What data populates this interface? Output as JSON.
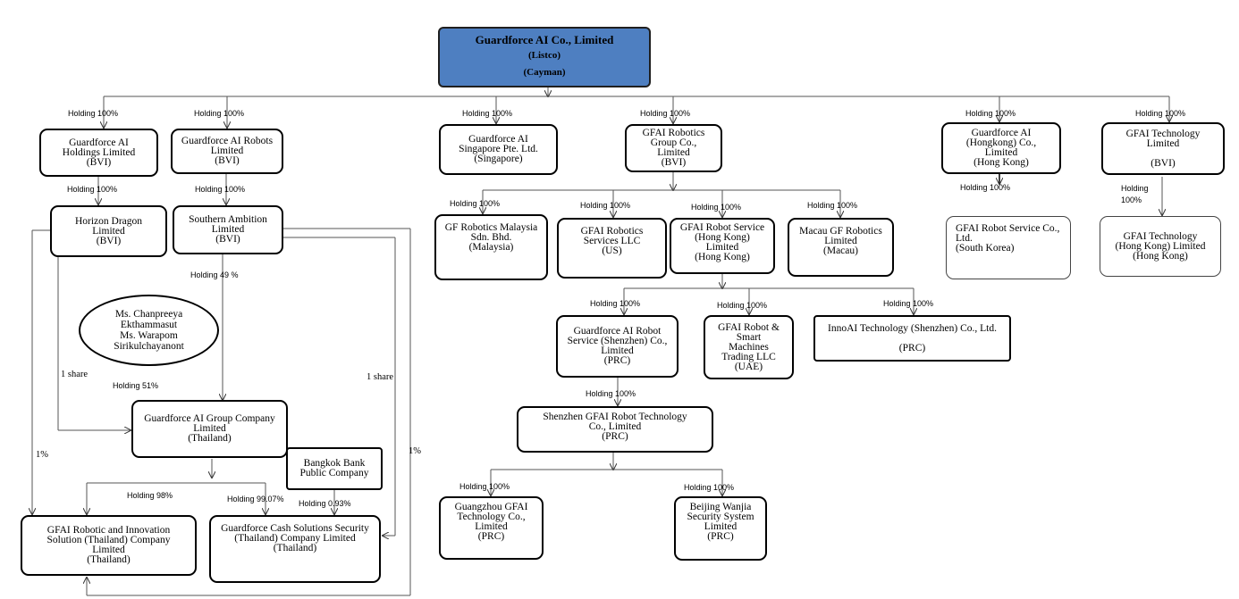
{
  "listco": {
    "name": "Guardforce AI Co., Limited",
    "type": "(Listco)",
    "jurisdiction": "(Cayman)"
  },
  "entities": {
    "holdings": [
      "Guardforce AI",
      "Holdings Limited",
      "(BVI)"
    ],
    "robots": [
      "Guardforce AI Robots",
      "Limited",
      "(BVI)"
    ],
    "singapore": [
      "Guardforce AI",
      "Singapore Pte. Ltd.",
      "(Singapore)"
    ],
    "robotics_group": [
      "GFAI Robotics",
      "Group Co.,",
      "Limited",
      "(BVI)"
    ],
    "hongkong": [
      "Guardforce AI",
      "(Hongkong) Co.,",
      "Limited",
      "(Hong Kong)"
    ],
    "technology": [
      "GFAI Technology",
      "Limited",
      "",
      "(BVI)"
    ],
    "horizon": [
      "Horizon Dragon",
      "Limited",
      "(BVI)"
    ],
    "southern": [
      "Southern Ambition",
      "Limited",
      "(BVI)"
    ],
    "malaysia": [
      "GF Robotics Malaysia",
      "Sdn. Bhd.",
      "(Malaysia)"
    ],
    "services_llc": [
      "GFAI Robotics",
      "Services LLC",
      "(US)"
    ],
    "robot_service_hk": [
      "GFAI Robot Service",
      "(Hong Kong)",
      "Limited",
      "(Hong Kong)"
    ],
    "macau": [
      "Macau GF Robotics",
      "Limited",
      "(Macau)"
    ],
    "korea": [
      "GFAI Robot Service Co.,",
      "Ltd.",
      "(South Korea)"
    ],
    "tech_hk": [
      "GFAI Technology",
      "(Hong Kong) Limited",
      "(Hong Kong)"
    ],
    "shenzhen_service": [
      "Guardforce AI Robot",
      "Service (Shenzhen) Co.,",
      "Limited",
      "(PRC)"
    ],
    "uae": [
      "GFAI Robot &",
      "Smart",
      "Machines",
      "Trading LLC",
      "(UAE)"
    ],
    "innoai": [
      "InnoAI Technology (Shenzhen) Co., Ltd.",
      "",
      "(PRC)"
    ],
    "thailand_group": [
      "Guardforce AI Group Company",
      "Limited",
      "(Thailand)"
    ],
    "bangkok_bank": [
      "Bangkok Bank",
      "Public Company"
    ],
    "shenzhen_tech": [
      "Shenzhen GFAI Robot Technology",
      "Co., Limited",
      "(PRC)"
    ],
    "innovation": [
      "GFAI Robotic and Innovation",
      "Solution (Thailand) Company",
      "Limited",
      "(Thailand)"
    ],
    "cash": [
      "Guardforce Cash Solutions Security",
      "(Thailand) Company Limited",
      "(Thailand)"
    ],
    "guangzhou": [
      "Guangzhou GFAI",
      "Technology Co.,",
      "Limited",
      "(PRC)"
    ],
    "beijing": [
      "Beijing Wanjia",
      "Security System",
      "Limited",
      "(PRC)"
    ]
  },
  "individuals": [
    "Ms. Chanpreeya",
    "Ekthammasut",
    "Ms. Warapom",
    "Sirikulchayanont"
  ],
  "labels": {
    "h_holdings": "Holding 100%",
    "h_robots": "Holding 100%",
    "h_singapore": "Holding 100%",
    "h_robotics_group": "Holding 100%",
    "h_hongkong": "Holding 100%",
    "h_technology": "Holding 100%",
    "h_horizon": "Holding 100%",
    "h_southern": "Holding 100%",
    "h_malaysia": "Holding 100%",
    "h_services_llc": "Holding 100%",
    "h_robot_service_hk": "Holding 100%",
    "h_macau": "Holding 100%",
    "h_korea": "Holding 100%",
    "h_tech_hk_1": "Holding",
    "h_tech_hk_2": "100%",
    "h_southern_49": "Holding 49 %",
    "h_individuals_51": "Holding 51%",
    "one_share_left": "1 share",
    "one_share_right": "1 share",
    "one_pct_left": "1%",
    "one_pct_right": "1%",
    "h_shenzhen_service": "Holding 100%",
    "h_uae": "Holding 100%",
    "h_innoai": "Holding 100%",
    "h_shenzhen_tech": "Holding 100%",
    "h_guangzhou": "Holding 100%",
    "h_beijing": "Holding 100%",
    "h_innovation_98": "Holding 98%",
    "h_cash_9907": "Holding 99.07%",
    "h_bank_093": "Holding 0.93%"
  },
  "colors": {
    "listco_fill": "#4e7fc1",
    "line": "#555555"
  }
}
